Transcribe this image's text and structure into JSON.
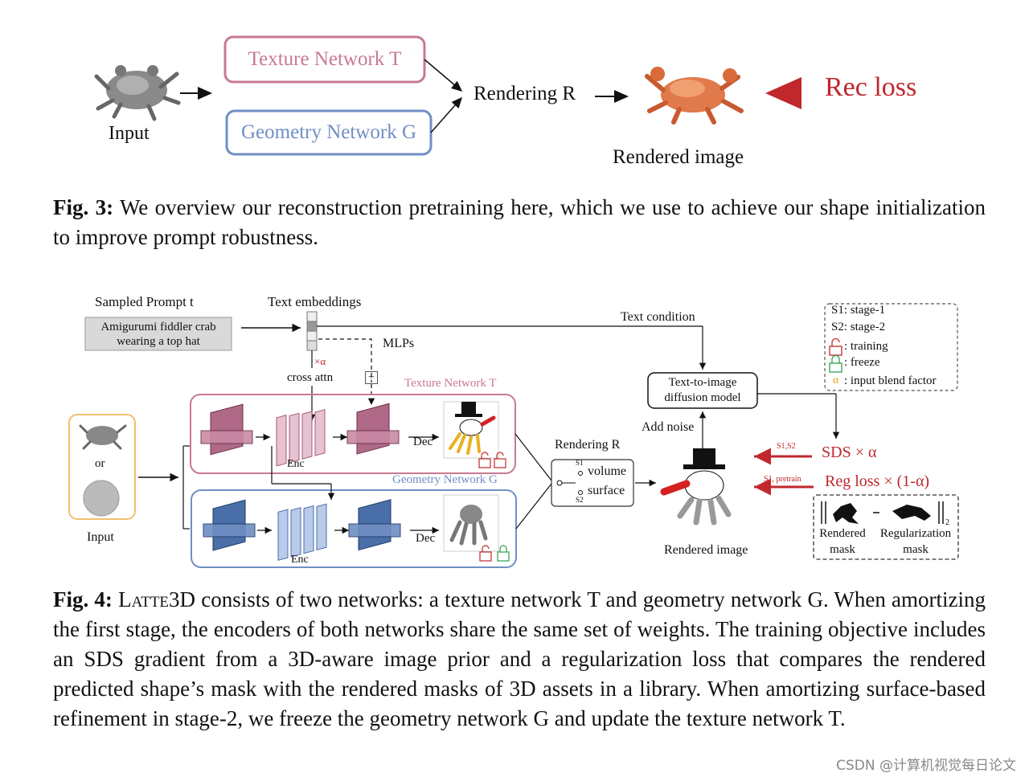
{
  "fig3": {
    "input_label": "Input",
    "texture_network": "Texture Network T",
    "geometry_network": "Geometry Network G",
    "rendering": "Rendering R",
    "rendered_image": "Rendered image",
    "rec_loss": "Rec loss",
    "caption_prefix": "Fig. 3:",
    "caption_text": "We overview our reconstruction pretraining here, which we use to achieve our shape initialization to improve prompt robustness."
  },
  "fig4": {
    "sampled_prompt_label": "Sampled Prompt t",
    "prompt_text": "Amigurumi fiddler crab wearing a top hat",
    "text_embeddings": "Text embeddings",
    "text_condition": "Text condition",
    "mlps": "MLPs",
    "times_alpha": "×α",
    "cross_attn": "cross attn",
    "plus": "+",
    "texture_network": "Texture Network T",
    "geometry_network": "Geometry Network G",
    "dec": "Dec",
    "enc": "Enc",
    "input_or": "or",
    "input_label": "Input",
    "diffusion_model": "Text-to-image diffusion model",
    "add_noise": "Add noise",
    "rendering": "Rendering R",
    "volume": "volume",
    "surface": "surface",
    "s1": "S1",
    "s2": "S2",
    "rendered_image": "Rendered image",
    "legend": {
      "s1": "S1: stage-1",
      "s2": "S2: stage-2",
      "training": ": training",
      "freeze": ": freeze",
      "alpha": "α",
      "blend": ": input blend factor"
    },
    "sds_tag": "S1,S2",
    "sds_loss": "SDS × α",
    "reg_tag": "S1, pretrain",
    "reg_loss": "Reg loss × (1-α)",
    "rendered_mask": "Rendered mask",
    "regularization_mask": "Regularization mask",
    "caption_prefix": "Fig. 4:",
    "caption_name": "Latte3D",
    "caption_text": "consists of two networks: a texture network T and geometry network G. When amortizing the first stage, the encoders of both networks share the same set of weights. The training objective includes an SDS gradient from a 3D-aware image prior and a regularization loss that compares the rendered predicted shape’s mask with the rendered masks of 3D assets in a library. When amortizing surface-based refinement in stage-2, we freeze the geometry network G and update the texture network T."
  },
  "watermark": "CSDN @计算机视觉每日论文",
  "colors": {
    "texture": "#c8798f",
    "geometry": "#6f8fc4",
    "loss_red": "#c0282c",
    "input_border": "#f0c070"
  }
}
